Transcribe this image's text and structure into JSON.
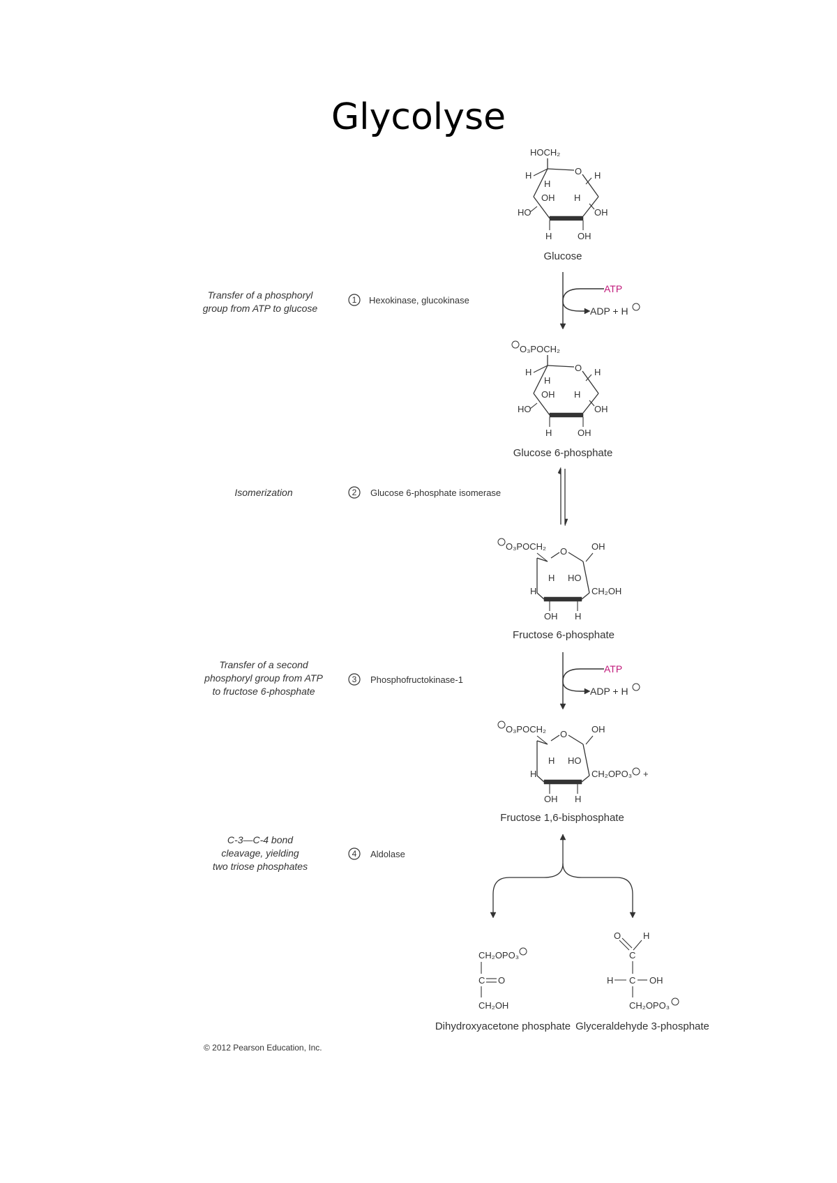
{
  "title": "Glycolyse",
  "steps": [
    {
      "number": "1",
      "description": [
        "Transfer of a phosphoryl",
        "group from ATP to glucose"
      ],
      "enzyme": "Hexokinase, glucokinase"
    },
    {
      "number": "2",
      "description": [
        "Isomerization"
      ],
      "enzyme": "Glucose 6-phosphate isomerase"
    },
    {
      "number": "3",
      "description": [
        "Transfer of a second",
        "phosphoryl group from ATP",
        "to fructose 6-phosphate"
      ],
      "enzyme": "Phosphofructokinase-1"
    },
    {
      "number": "4",
      "description": [
        "C-3—C-4 bond",
        "cleavage, yielding",
        "two triose phosphates"
      ],
      "enzyme": "Aldolase"
    }
  ],
  "cofactors": {
    "atp": "ATP",
    "adp": "ADP + H"
  },
  "molecules": {
    "glucose": {
      "name": "Glucose",
      "top_group": "HOCH₂"
    },
    "g6p": {
      "name": "Glucose 6-phosphate",
      "top_group": "O₃POCH₂"
    },
    "f6p": {
      "name": "Fructose 6-phosphate",
      "left_group": "O₃POCH₂",
      "right_group": "CH₂OH"
    },
    "f16bp": {
      "name": "Fructose 1,6-bisphosphate",
      "left_group": "O₃POCH₂",
      "right_group": "CH₂OPO₃",
      "plus": "+"
    },
    "dhap": {
      "name": "Dihydroxyacetone phosphate",
      "lines": [
        "CH₂OPO₃",
        "C",
        "O",
        "CH₂OH"
      ]
    },
    "gap": {
      "name": "Glyceraldehyde 3-phosphate",
      "lines": [
        "O",
        "H",
        "C",
        "H",
        "C",
        "OH",
        "CH₂OPO₃"
      ]
    }
  },
  "atoms": {
    "H": "H",
    "OH": "OH",
    "HO": "HO",
    "O": "O",
    "minus": "−"
  },
  "copyright": "© 2012 Pearson Education, Inc."
}
